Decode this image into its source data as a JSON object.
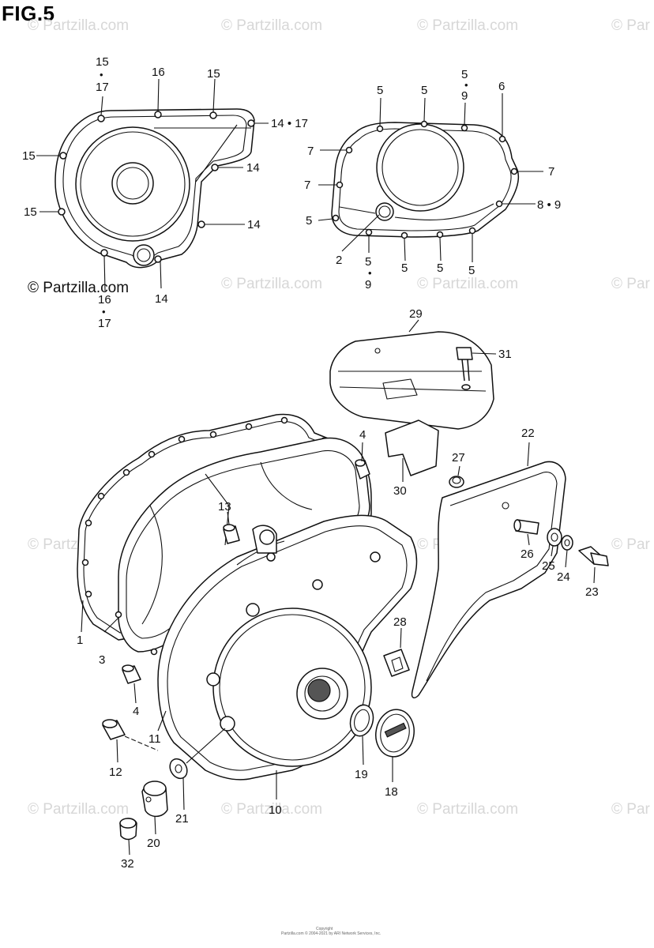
{
  "figure": {
    "title": "FIG.5",
    "watermark_text": "© Partzilla.com",
    "watermark_partial": "© Par",
    "watermark_strong": "© Partzilla.com",
    "copyright_line1": "Copyright",
    "copyright_line2": "Partzilla.com © 2004-2021 by ARI Network Services, Inc."
  },
  "labels": {
    "top_left": {
      "a": "15",
      "a_dot": "•",
      "a2": "17",
      "b": "16",
      "c": "15",
      "d": "14 • 17",
      "e": "15",
      "f": "14",
      "g": "15",
      "h": "14",
      "i": "16",
      "i_dot": "•",
      "i2": "17",
      "j": "14"
    },
    "top_right": {
      "a": "5",
      "b": "5",
      "c": "5",
      "c_dot": "•",
      "c2": "9",
      "d": "6",
      "e": "7",
      "f": "7",
      "g": "7",
      "h": "5",
      "i": "8 • 9",
      "j": "2",
      "k": "5",
      "k_dot": "•",
      "k2": "9",
      "l": "5",
      "m": "5",
      "n": "5"
    },
    "main": {
      "p1": "1",
      "p3": "3",
      "p4a": "4",
      "p4b": "4",
      "p10": "10",
      "p11": "11",
      "p12": "12",
      "p13": "13",
      "p18": "18",
      "p19": "19",
      "p20": "20",
      "p21": "21",
      "p22": "22",
      "p23": "23",
      "p24": "24",
      "p25": "25",
      "p26": "26",
      "p27": "27",
      "p28": "28",
      "p29": "29",
      "p30": "30",
      "p31": "31",
      "p32": "32"
    }
  }
}
